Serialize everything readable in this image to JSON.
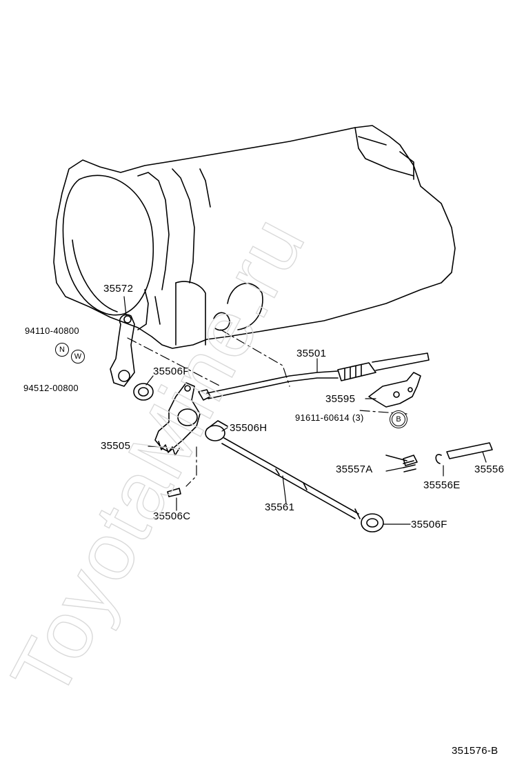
{
  "diagram": {
    "code": "351576-B",
    "watermark": "ToyotaMine.ru"
  },
  "parts": [
    {
      "id": "p35572",
      "label": "35572"
    },
    {
      "id": "p9411040800",
      "label": "94110-40800",
      "symbol": "N"
    },
    {
      "id": "p9451200800",
      "label": "94512-00800",
      "symbol": "W"
    },
    {
      "id": "p35506F_a",
      "label": "35506F"
    },
    {
      "id": "p35505",
      "label": "35505"
    },
    {
      "id": "p35506H",
      "label": "35506H"
    },
    {
      "id": "p35506C",
      "label": "35506C"
    },
    {
      "id": "p35561",
      "label": "35561"
    },
    {
      "id": "p35501",
      "label": "35501"
    },
    {
      "id": "p35595",
      "label": "35595"
    },
    {
      "id": "p9161160614",
      "label": "91611-60614 (3)",
      "symbol": "B"
    },
    {
      "id": "p35557A",
      "label": "35557A"
    },
    {
      "id": "p35556E",
      "label": "35556E"
    },
    {
      "id": "p35556",
      "label": "35556"
    },
    {
      "id": "p35506F_b",
      "label": "35506F"
    }
  ]
}
